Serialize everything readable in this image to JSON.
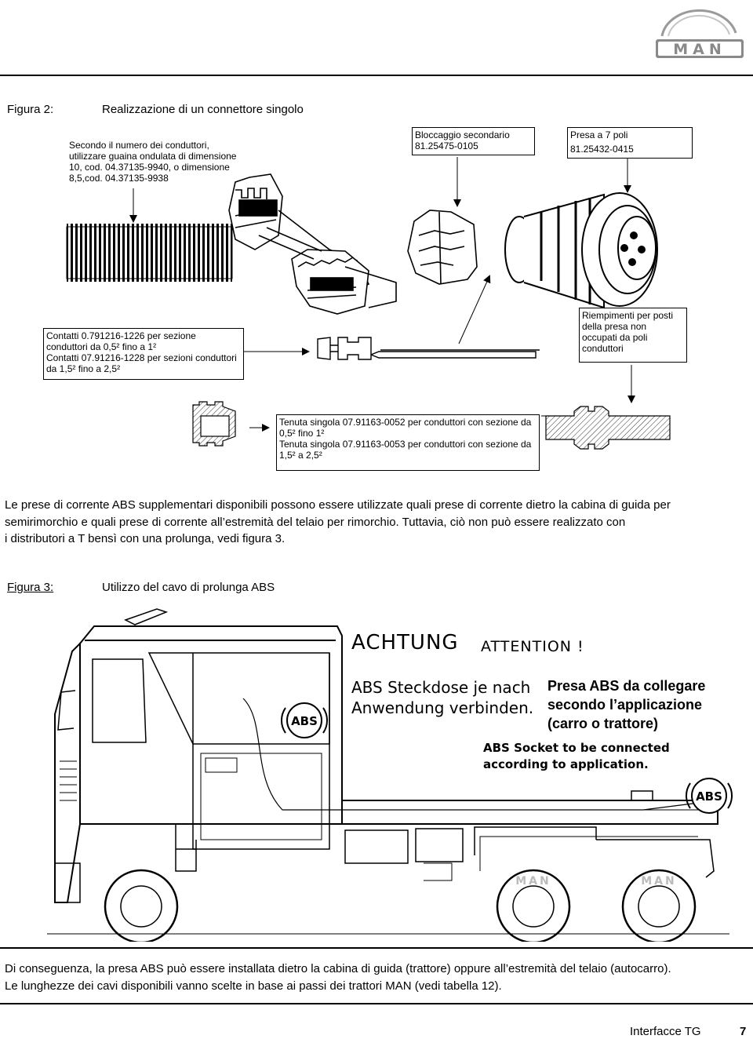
{
  "header": {
    "logo_text": "MAN"
  },
  "figure2": {
    "label": "Figura 2:",
    "title": "Realizzazione di un connettore singolo",
    "note_lines": [
      "Secondo il numero dei conduttori,",
      "utilizzare guaina ondulata di dimensione",
      "10, cod. 04.37135-9940, o dimensione",
      "8,5,cod.  04.37135-9938"
    ],
    "box_secondary_lock": [
      "Bloccaggio secondario",
      "81.25475-0105"
    ],
    "box_socket": [
      "Presa a 7 poli",
      "81.25432-0415"
    ],
    "box_contacts": [
      "Contatti 0.791216-1226 per sezione",
      "conduttori da 0,5² fino a 1²",
      " Contatti 07.91216-1228 per sezioni conduttori",
      "da 1,5² fino a 2,5²"
    ],
    "box_fillers": [
      "Riempimenti per posti",
      "della presa non",
      "occupati da poli",
      "conduttori"
    ],
    "box_seals": [
      "Tenuta singola 07.91163-0052 per conduttori con sezione da",
      "0,5² fino 1²",
      "Tenuta singola 07.91163-0053 per conduttori con sezione da",
      "1,5² a 2,5²"
    ]
  },
  "paragraph1": [
    "Le prese di corrente ABS supplementari disponibili possono essere utilizzate quali prese di corrente dietro la cabina di guida per",
    "semirimorchio e quali prese di corrente all’estremità del telaio per rimorchio. Tuttavia, ciò non può essere realizzato con",
    "i distributori a T bensì con una prolunga, vedi figura 3."
  ],
  "figure3": {
    "label": "Figura 3:",
    "title": "Utilizzo del cavo di prolunga ABS",
    "sticker": {
      "achtung": "ACHTUNG",
      "attention": "ATTENTION !",
      "de_line1": "ABS Steckdose je nach",
      "de_line2": "Anwendung verbinden.",
      "en_line1": "ABS Socket to be connected",
      "en_line2": "according to application.",
      "abs_symbol": "ABS"
    },
    "callout": [
      "Presa ABS da collegare",
      "secondo l’applicazione",
      "(carro o trattore)"
    ],
    "mudguard_logo": "MAN"
  },
  "paragraph2": [
    "Di conseguenza, la presa ABS può essere installata dietro la cabina di guida (trattore) oppure all’estremità del telaio (autocarro).",
    "Le lunghezze dei cavi disponibili vanno scelte in base ai passi dei trattori MAN (vedi tabella 12)."
  ],
  "footer": {
    "section": "Interfacce TG",
    "page": "7"
  },
  "colors": {
    "rule": "#000000",
    "logo": "#8a8a8a"
  }
}
